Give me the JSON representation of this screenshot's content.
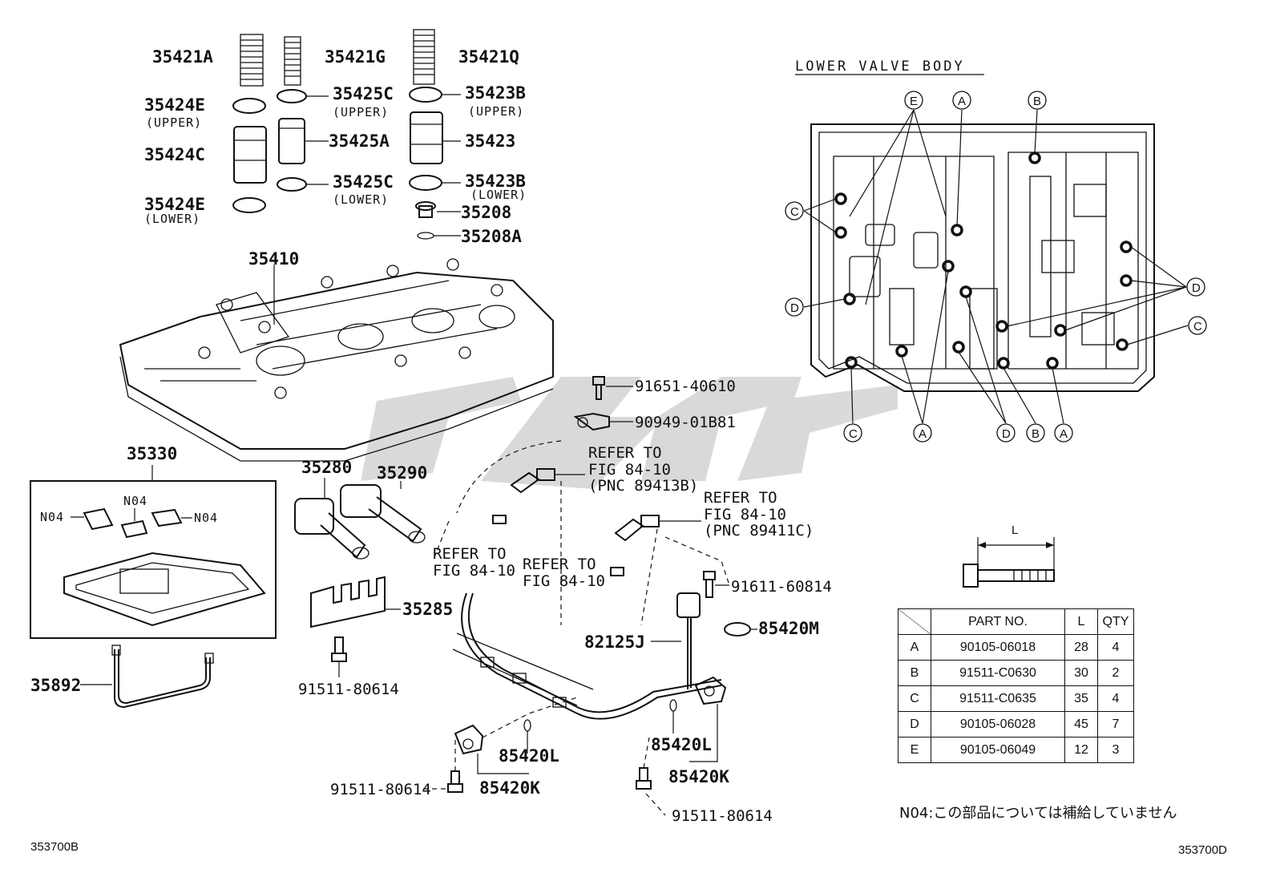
{
  "parts": {
    "spring_a": "35421A",
    "spring_g": "35421G",
    "spring_q": "35421Q",
    "oring_e_upper": "35424E",
    "oring_e_upper_note": "(UPPER)",
    "oring_c_upper": "35425C",
    "oring_c_upper_note": "(UPPER)",
    "oring_b_upper": "35423B",
    "oring_b_upper_note": "(UPPER)",
    "piston_c": "35424C",
    "piston_a": "35425A",
    "piston_35423": "35423",
    "oring_e_lower": "35424E",
    "oring_e_lower_note": "(LOWER)",
    "oring_c_lower": "35425C",
    "oring_c_lower_note": "(LOWER)",
    "oring_b_lower": "35423B",
    "oring_b_lower_note": "(LOWER)",
    "plug": "35208",
    "plug_ring": "35208A",
    "valve_body": "35410",
    "bolt_1": "91651-40610",
    "clamp": "90949-01B81",
    "strainer_assy": "35330",
    "gasket": "N04",
    "solenoid_1": "35280",
    "solenoid_2": "35290",
    "bracket": "35285",
    "bolt_2": "91511-80614",
    "tube": "35892",
    "bolt_3": "91611-60814",
    "oring_m": "85420M",
    "harness": "82125J",
    "oring_l": "85420L",
    "sensor_k": "85420K",
    "bolt_4": "91511-80614",
    "bolt_5": "91511-80614"
  },
  "refer": {
    "r1": [
      "REFER TO",
      "FIG 84-10",
      "(PNC 89413B)"
    ],
    "r2": [
      "REFER TO",
      "FIG 84-10",
      "(PNC 89411C)"
    ],
    "r3": [
      "REFER TO",
      "FIG 84-10"
    ],
    "r4": [
      "REFER TO",
      "FIG 84-10"
    ]
  },
  "lower_valve_body": {
    "title": "LOWER VALVE BODY",
    "callouts": [
      "E",
      "A",
      "B",
      "C",
      "D",
      "C",
      "D",
      "C",
      "A",
      "D",
      "B",
      "A"
    ]
  },
  "bolt_figure": {
    "length_label": "L"
  },
  "table": {
    "headers": [
      "",
      "PART NO.",
      "L",
      "QTY"
    ],
    "rows": [
      [
        "A",
        "90105-06018",
        "28",
        "4"
      ],
      [
        "B",
        "91511-C0630",
        "30",
        "2"
      ],
      [
        "C",
        "91511-C0635",
        "35",
        "4"
      ],
      [
        "D",
        "90105-06028",
        "45",
        "7"
      ],
      [
        "E",
        "90105-06049",
        "12",
        "3"
      ]
    ]
  },
  "note": "N04:この部品については補給していません",
  "codes": {
    "left": "353700B",
    "right": "353700D"
  }
}
